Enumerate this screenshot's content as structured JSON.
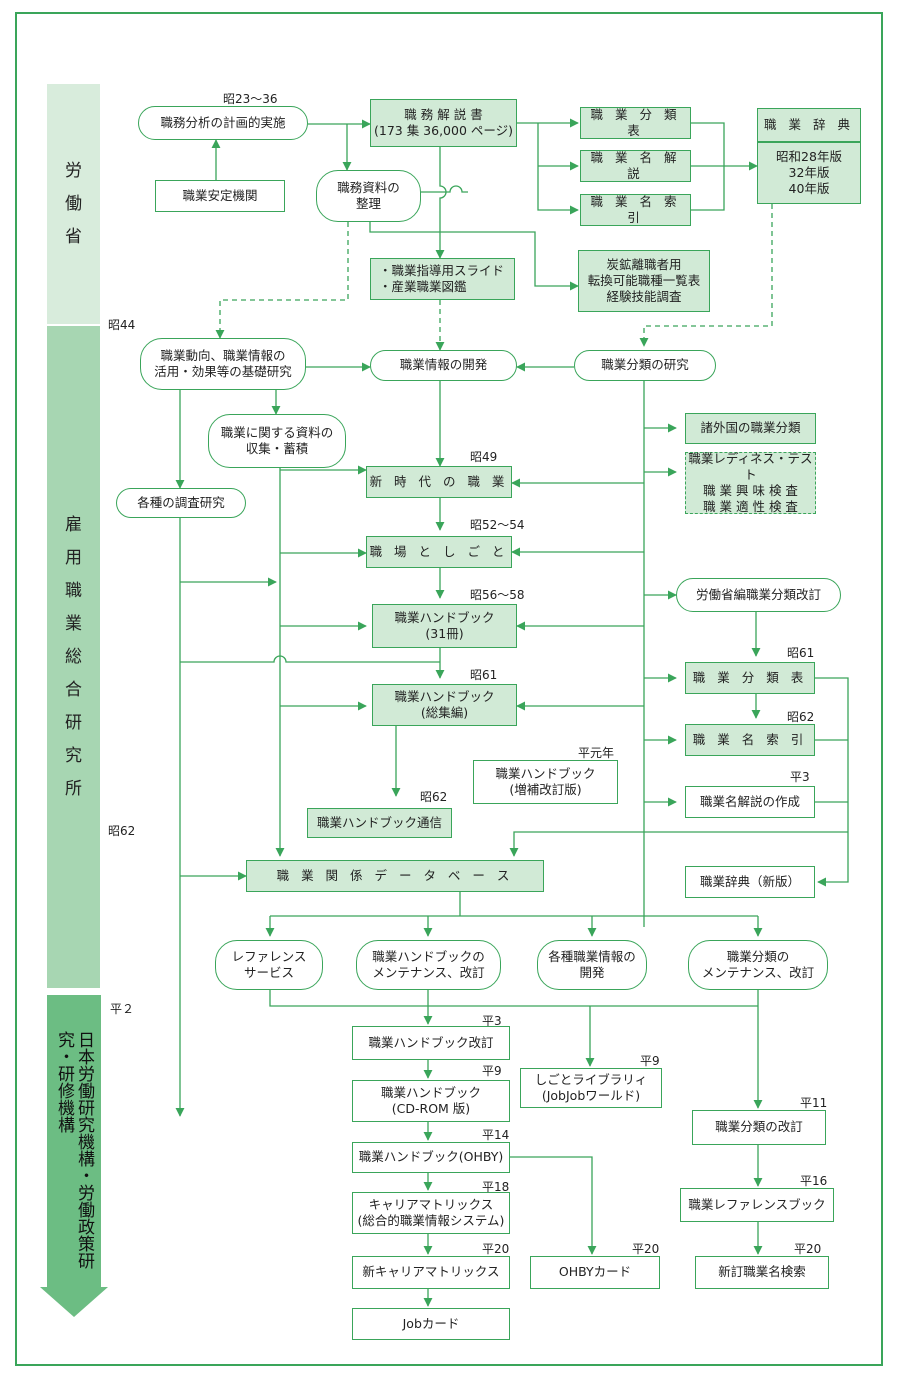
{
  "eras": {
    "e1": [
      "労",
      "働",
      "省"
    ],
    "e2": [
      "雇",
      "用",
      "職",
      "業",
      "総",
      "合",
      "研",
      "究",
      "所"
    ],
    "e3": "日本労働研究機構・労働政策研究・研修機構"
  },
  "year_labels": {
    "s23_36": "昭23～36",
    "s44": "昭44",
    "s49": "昭49",
    "s52_54": "昭52～54",
    "s56_58": "昭56～58",
    "s61a": "昭61",
    "s61b": "昭61",
    "s62a": "昭62",
    "s62b": "昭62",
    "s62c": "昭62",
    "h1": "平元年",
    "h3a": "平3",
    "h2": "平２",
    "h3b": "平3",
    "h9a": "平9",
    "h9b": "平9",
    "h11": "平11",
    "h14": "平14",
    "h16": "平16",
    "h18": "平18",
    "h20a": "平20",
    "h20b": "平20",
    "h20c": "平20"
  },
  "nodes": {
    "plan": "職務分析の計画的実施",
    "antei": "職業安定機関",
    "kaisetsu": "職 務 解 説 書\n(173 集 36,000 ページ)",
    "shiryou": "職務資料の\n整理",
    "bunrui_hyo1": "職 業 分 類 表",
    "meikaisetsu": "職 業 名 解 説",
    "meisakuin1": "職 業 名 索 引",
    "jiten": "職 業 辞 典",
    "jiten_eds": "昭和28年版\n32年版\n40年版",
    "slide": "・職業指導用スライド\n・産業職業図鑑",
    "tanko": "炭鉱離職者用\n転換可能職種一覧表\n経験技能調査",
    "kiso": "職業動向、職業情報の\n活用・効果等の基礎研究",
    "kaihatsu": "職業情報の開発",
    "bunrui_kenkyu": "職業分類の研究",
    "shogaikoku": "諸外国の職業分類",
    "readiness": "職業レディネス・テスト\n職 業 興 味 検 査\n職 業 適 性 検 査",
    "shushu": "職業に関する資料の\n収集・蓄積",
    "shinjidai": "新 時 代 の 職 業",
    "chousa": "各種の調査研究",
    "shokuba": "職 場 と し ご と",
    "hb31": "職業ハンドブック\n(31冊)",
    "kaitei_rousho": "労働省編職業分類改訂",
    "bunrui_hyo2": "職 業 分 類 表",
    "hb_soushu": "職業ハンドブック\n(総集編)",
    "meisakuin2": "職 業 名 索 引",
    "hb_zouho": "職業ハンドブック\n(増補改訂版)",
    "meikaisetsu_sakusei": "職業名解説の作成",
    "hb_tsushin": "職業ハンドブック通信",
    "db": "職 業 関 係 デ ー タ ベ ー ス",
    "jiten_new": "職業辞典（新版）",
    "reference": "レファレンス\nサービス",
    "hb_maint": "職業ハンドブックの\nメンテナンス、改訂",
    "kakushu": "各種職業情報の\n開発",
    "bunrui_maint": "職業分類の\nメンテナンス、改訂",
    "hb_kaitei": "職業ハンドブック改訂",
    "shigoto_lib": "しごとライブラリィ\n(JobJobワールド)",
    "hb_cdrom": "職業ハンドブック\n(CD-ROM 版)",
    "bunrui_kaitei": "職業分類の改訂",
    "ohby": "職業ハンドブック(OHBY)",
    "ref_book": "職業レファレンスブック",
    "career": "キャリアマトリックス\n(総合的職業情報システム)",
    "shin_career": "新キャリアマトリックス",
    "ohby_card": "OHBYカード",
    "shinmei": "新訂職業名検索",
    "jobcard": "Jobカード"
  },
  "colors": {
    "green": "#3aa55a",
    "fill": "#d1ead6",
    "era1": "#d8ecdc",
    "era2": "#a7d6b2",
    "era3": "#6cbd83"
  }
}
